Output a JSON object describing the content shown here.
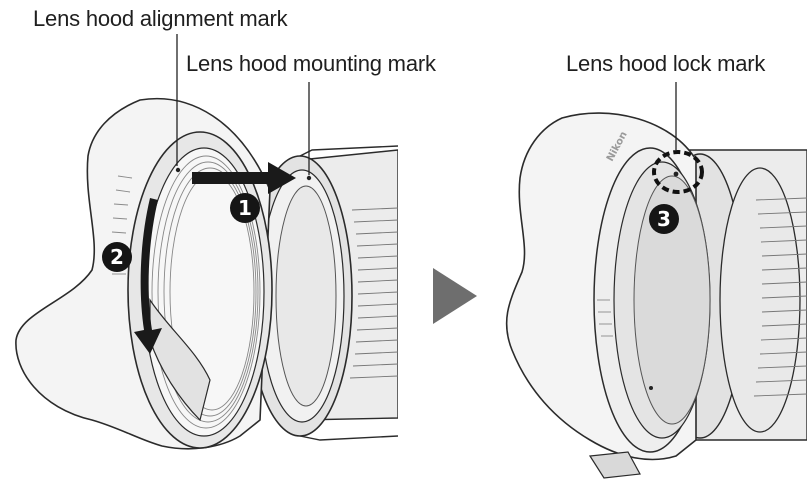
{
  "labels": {
    "alignment_mark": "Lens hood alignment mark",
    "mounting_mark": "Lens hood mounting mark",
    "lock_mark": "Lens hood lock mark"
  },
  "steps": [
    "1",
    "2",
    "3"
  ],
  "brand": "Nikon",
  "colors": {
    "line": "#2b2b2b",
    "fill_light": "#f5f5f5",
    "fill_mid": "#e6e6e6",
    "fill_dark": "#d2d2d2",
    "arrow": "#1a1a1a",
    "play_arrow": "#6e6e6e"
  },
  "icons": [
    "step-1-badge",
    "step-2-badge",
    "step-3-badge",
    "slide-arrow",
    "rotate-arrow",
    "next-arrow",
    "lock-mark-highlight"
  ]
}
